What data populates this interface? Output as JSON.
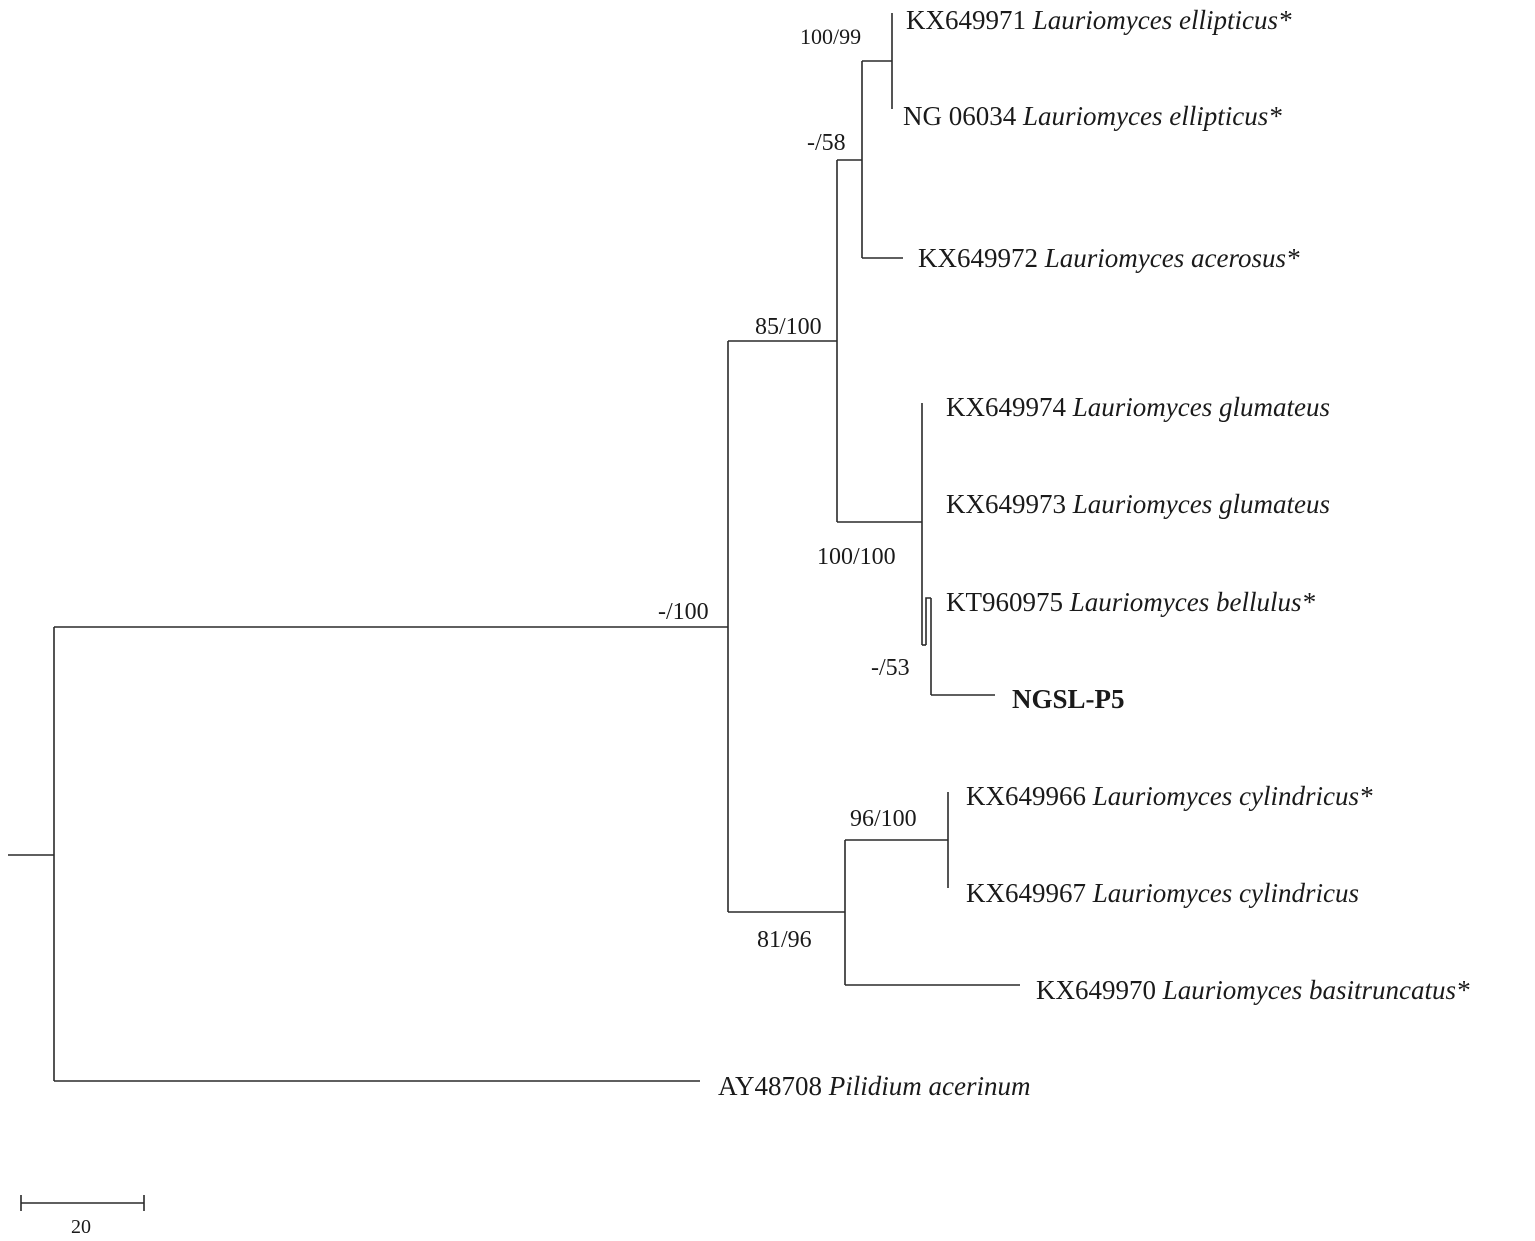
{
  "taxa": [
    {
      "accession": "KX649971",
      "species": "Lauriomyces ellipticus*"
    },
    {
      "accession": "NG 06034",
      "species": "Lauriomyces ellipticus*"
    },
    {
      "accession": "KX649972",
      "species": "Lauriomyces acerosus*"
    },
    {
      "accession": "KX649974",
      "species": "Lauriomyces glumateus"
    },
    {
      "accession": "KX649973",
      "species": "Lauriomyces glumateus"
    },
    {
      "accession": "KT960975",
      "species": "Lauriomyces bellulus*"
    },
    {
      "accession": "NGSL-P5",
      "species": ""
    },
    {
      "accession": "KX649966",
      "species": "Lauriomyces cylindricus*"
    },
    {
      "accession": "KX649967",
      "species": "Lauriomyces cylindricus"
    },
    {
      "accession": "KX649970",
      "species": "Lauriomyces basitruncatus*"
    },
    {
      "accession": "AY48708",
      "species": "Pilidium acerinum"
    }
  ],
  "support_values": {
    "ellipticus_clade": "100/99",
    "ellipticus_acerosus_clade": "-/58",
    "upper_clade": "85/100",
    "glumateus_clade": "100/100",
    "bellulus_ngsl_clade": "-/53",
    "cylindricus_clade": "96/100",
    "lower_clade": "81/96",
    "lauriomyces_clade": "-/100"
  },
  "scale_bar": {
    "label": "20"
  }
}
